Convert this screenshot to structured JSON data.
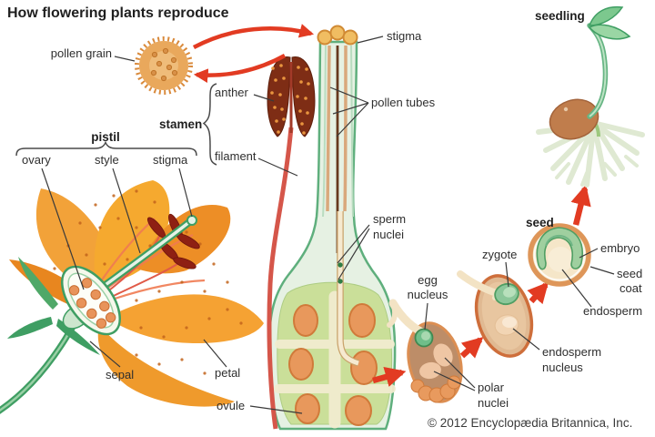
{
  "title": "How flowering plants reproduce",
  "copyright": "© 2012 Encyclopædia Britannica, Inc.",
  "labels": {
    "pollen_grain": "pollen grain",
    "stigma_top": "stigma",
    "pollen_tubes": "pollen tubes",
    "anther": "anther",
    "stamen": "stamen",
    "filament": "filament",
    "pistil": "pistil",
    "ovary": "ovary",
    "style": "style",
    "stigma": "stigma",
    "sperm_nuclei": [
      "sperm",
      "nuclei"
    ],
    "sepal": "sepal",
    "petal": "petal",
    "ovule": "ovule",
    "egg_nucleus": [
      "egg",
      "nucleus"
    ],
    "polar_nuclei": [
      "polar",
      "nuclei"
    ],
    "zygote": "zygote",
    "endosperm_nucleus": [
      "endosperm",
      "nucleus"
    ],
    "seed": "seed",
    "embryo": "embryo",
    "seed_coat": [
      "seed",
      "coat"
    ],
    "endosperm": "endosperm",
    "seedling": "seedling"
  },
  "colors": {
    "arrow_red": "#E23B22",
    "petal_orange": "#F5A233",
    "petal_shadow": "#ED8E26",
    "anther_brown": "#7E2D15",
    "flower_anther_red": "#8E2013",
    "leaf_green": "#3F9E63",
    "pistil_wall_green": "#5FAF7D",
    "pistil_fill": "#E6F1E3",
    "ovary_interior": "#C9DF96",
    "ovule_orange": "#E8985C",
    "nucleus_green": "#6FBE8A",
    "cream": "#F6EAD0",
    "seed_coat_orange": "#DE9659",
    "seed_brown": "#C07D4C",
    "label_text": "#2E2E2E"
  }
}
